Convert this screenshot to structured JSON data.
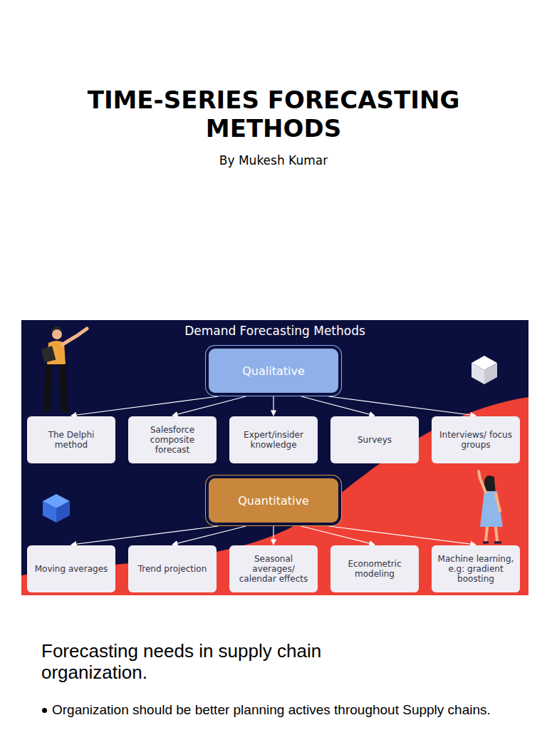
{
  "diagram": {
    "title": "TIME-SERIES FORECASTING METHODS",
    "nodes": [
      {
        "text": [
          "Demand Forecasting Methods"
        ]
      },
      {
        "text": [
          "Qualitative"
        ],
        "in": 0
      },
      {
        "text": [
          "The Delphi method"
        ],
        "in": 0
      },
      {
        "text": [
          "Salesforce composite forecast"
        ],
        "in": 0
      },
      {
        "text": [
          "Expert/insider knowledge"
        ],
        "in": 0
      },
      {
        "text": [
          "Surveys"
        ],
        "in": 0
      },
      {
        "text": [
          "Interviews/ focus groups"
        ],
        "in": 0
      },
      {
        "text": [
          "Quantitative"
        ],
        "in": 0
      },
      {
        "text": [
          "Moving averages"
        ],
        "in": 0
      },
      {
        "text": [
          "Trend projection"
        ],
        "in": 0
      },
      {
        "text": [
          "Seasonal averages/ calendar effects"
        ],
        "in": 0
      },
      {
        "text": [
          "Econometric modeling"
        ],
        "in": 0
      },
      {
        "text": [
          "Machine learning, e.g: gradient boosting"
        ],
        "in": 0
      }
    ],
    "edges": [
      {
        "from": 1,
        "to": 2,
        "arrow": "to"
      },
      {
        "from": 1,
        "to": 3,
        "arrow": "to"
      },
      {
        "from": 1,
        "to": 4,
        "arrow": "to"
      },
      {
        "from": 1,
        "to": 5,
        "arrow": "to"
      },
      {
        "from": 1,
        "to": 6,
        "arrow": "to"
      },
      {
        "from": 7,
        "to": 8,
        "arrow": "to"
      },
      {
        "from": 7,
        "to": 9,
        "arrow": "to"
      },
      {
        "from": 7,
        "to": 10,
        "arrow": "to"
      },
      {
        "from": 7,
        "to": 11,
        "arrow": "to"
      },
      {
        "from": 7,
        "to": 12,
        "arrow": "to"
      }
    ],
    "labels": [
      "By Mukesh Kumar",
      "Forecasting needs in supply chain organization.",
      "Organization should be better planning actives throughout Supply chains."
    ]
  }
}
